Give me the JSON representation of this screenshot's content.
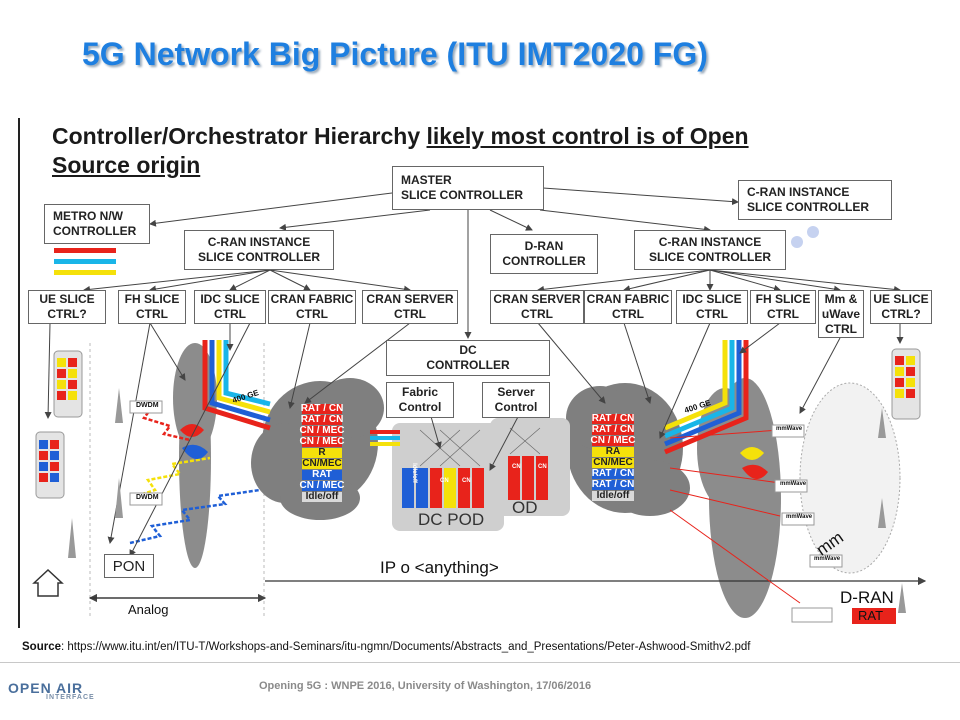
{
  "slide": {
    "title": "5G Network Big Picture (ITU IMT2020 FG)",
    "heading_plain": "Controller/Orchestrator Hierarchy ",
    "heading_underlined": "likely most control is of Open",
    "heading_line2": "Source origin",
    "source_label": "Source",
    "source_url": ": https://www.itu.int/en/ITU-T/Workshops-and-Seminars/itu-ngmn/Documents/Abstracts_and_Presentations/Peter-Ashwood-Smithv2.pdf",
    "footer": "Opening 5G : WNPE 2016, University of Washington, 17/06/2016",
    "logo_main": "OPEN AIR",
    "logo_sub": "INTERFACE"
  },
  "colors": {
    "title": "#1e7fe0",
    "red": "#e8231b",
    "blue": "#1f5fd6",
    "cyan": "#19b5e8",
    "yellow": "#f5e10a",
    "cloud": "#8a8a8a",
    "pod": "#cfcfcf"
  },
  "controllers": {
    "master": [
      "MASTER",
      "SLICE CONTROLLER"
    ],
    "metro": [
      "METRO N/W",
      "CONTROLLER"
    ],
    "cran_instance_top_right": [
      "C-RAN INSTANCE",
      "SLICE CONTROLLER"
    ],
    "cran_instance_left": [
      "C-RAN INSTANCE",
      "SLICE CONTROLLER"
    ],
    "dran": [
      "D-RAN",
      "CONTROLLER"
    ],
    "cran_instance_right": [
      "C-RAN INSTANCE",
      "SLICE CONTROLLER"
    ],
    "dc": [
      "DC",
      "CONTROLLER"
    ],
    "fabric": [
      "Fabric",
      "Control"
    ],
    "server": [
      "Server",
      "Control"
    ],
    "ue_slice_left": [
      "UE SLICE",
      "CTRL?"
    ],
    "fh_slice_left": [
      "FH SLICE",
      "CTRL"
    ],
    "idc_slice_left": [
      "IDC SLICE",
      "CTRL"
    ],
    "cran_fabric_left": [
      "CRAN FABRIC",
      "CTRL"
    ],
    "cran_server_left": [
      "CRAN SERVER",
      "CTRL"
    ],
    "cran_server_right": [
      "CRAN SERVER",
      "CTRL"
    ],
    "cran_fabric_right": [
      "CRAN FABRIC",
      "CTRL"
    ],
    "idc_slice_right": [
      "IDC SLICE",
      "CTRL"
    ],
    "fh_slice_right": [
      "FH SLICE",
      "CTRL"
    ],
    "mm_uwave": [
      "Mm &",
      "uWave",
      "CTRL"
    ],
    "ue_slice_right": [
      "UE SLICE",
      "CTRL?"
    ]
  },
  "labels": {
    "pon": "PON",
    "ip": "IP o <anything>",
    "analog": "Analog",
    "dran_bottom": "D-RAN",
    "rat": "RAT",
    "dc_pod": "DC POD",
    "dc_pod_partial": "OD",
    "ge_left": "400 GE",
    "ge_right": "400 GE",
    "dwdm_1": "DWDM",
    "dwdm_2": "DWDM",
    "mmwave_1": "mmWave",
    "mmwave_2": "mmWave",
    "mmwave_3": "mmWave",
    "mmwave_4": "mmWave",
    "mm": "mm",
    "idle_pod": "Idle/off",
    "cn_1": "CN",
    "cn_2": "CN",
    "cn_3": "CN",
    "cn_4": "CN"
  },
  "stack_left": [
    "RAT / CN",
    "RAT / CN",
    "CN / MEC",
    "CN / MEC",
    "R",
    "CN/MEC",
    "RAT",
    "CN / MEC",
    "Idle/off"
  ],
  "stack_right": [
    "RAT / CN",
    "RAT / CN",
    "CN / MEC",
    "RA",
    "CN/MEC",
    "RAT / CN",
    "RAT / CN",
    "Idle/off"
  ]
}
